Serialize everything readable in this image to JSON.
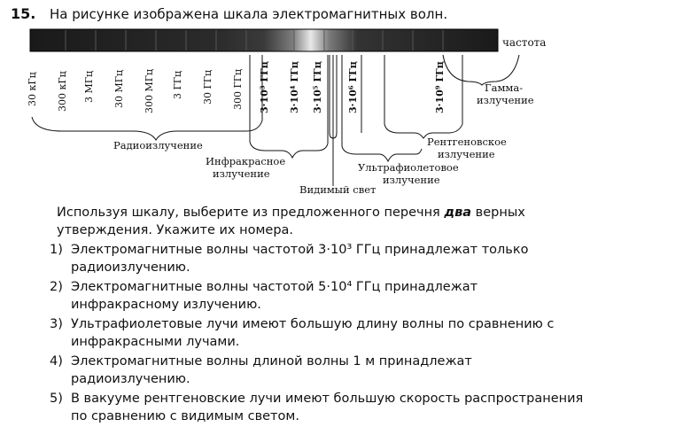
{
  "question": {
    "number": "15.",
    "title": "На рисунке изображена шкала электромагнитных волн."
  },
  "scale": {
    "axis_label": "частота",
    "ticks": [
      "30 кГц",
      "300 кГц",
      "3 МГц",
      "30 МГц",
      "300 МГц",
      "3 ГГц",
      "30 ГГц",
      "300 ГГц",
      "3·10³ ГГц",
      "3·10⁴ ГГц",
      "3·10⁵ ГГц",
      "3·10⁶ ГГц",
      "3·10⁹ ГГц"
    ],
    "ranges": {
      "radio": "Радиоизлучение",
      "infrared_1": "Инфракрасное",
      "infrared_2": "излучение",
      "visible": "Видимый свет",
      "uv_1": "Ультрафиолетовое",
      "uv_2": "излучение",
      "xray_1": "Рентгеновское",
      "xray_2": "излучение",
      "gamma_1": "Гамма-",
      "gamma_2": "излучение"
    }
  },
  "prompt": {
    "before": "Используя шкалу, выберите из предложенного перечня ",
    "emphasis": "два",
    "after": " верных утверждения. Укажите их номера."
  },
  "options": [
    {
      "num": "1)",
      "text": "Электромагнитные волны частотой 3·10³ ГГц принадлежат только радиоизлучению."
    },
    {
      "num": "2)",
      "text": "Электромагнитные волны частотой 5·10⁴ ГГц принадлежат инфракрасному излучению."
    },
    {
      "num": "3)",
      "text": "Ультрафиолетовые лучи имеют большую длину волны по сравнению с инфракрасными лучами."
    },
    {
      "num": "4)",
      "text": "Электромагнитные волны длиной волны 1 м принадлежат радиоизлучению."
    },
    {
      "num": "5)",
      "text": "В вакууме рентгеновские лучи имеют большую скорость распространения по сравнению с видимым светом."
    }
  ]
}
